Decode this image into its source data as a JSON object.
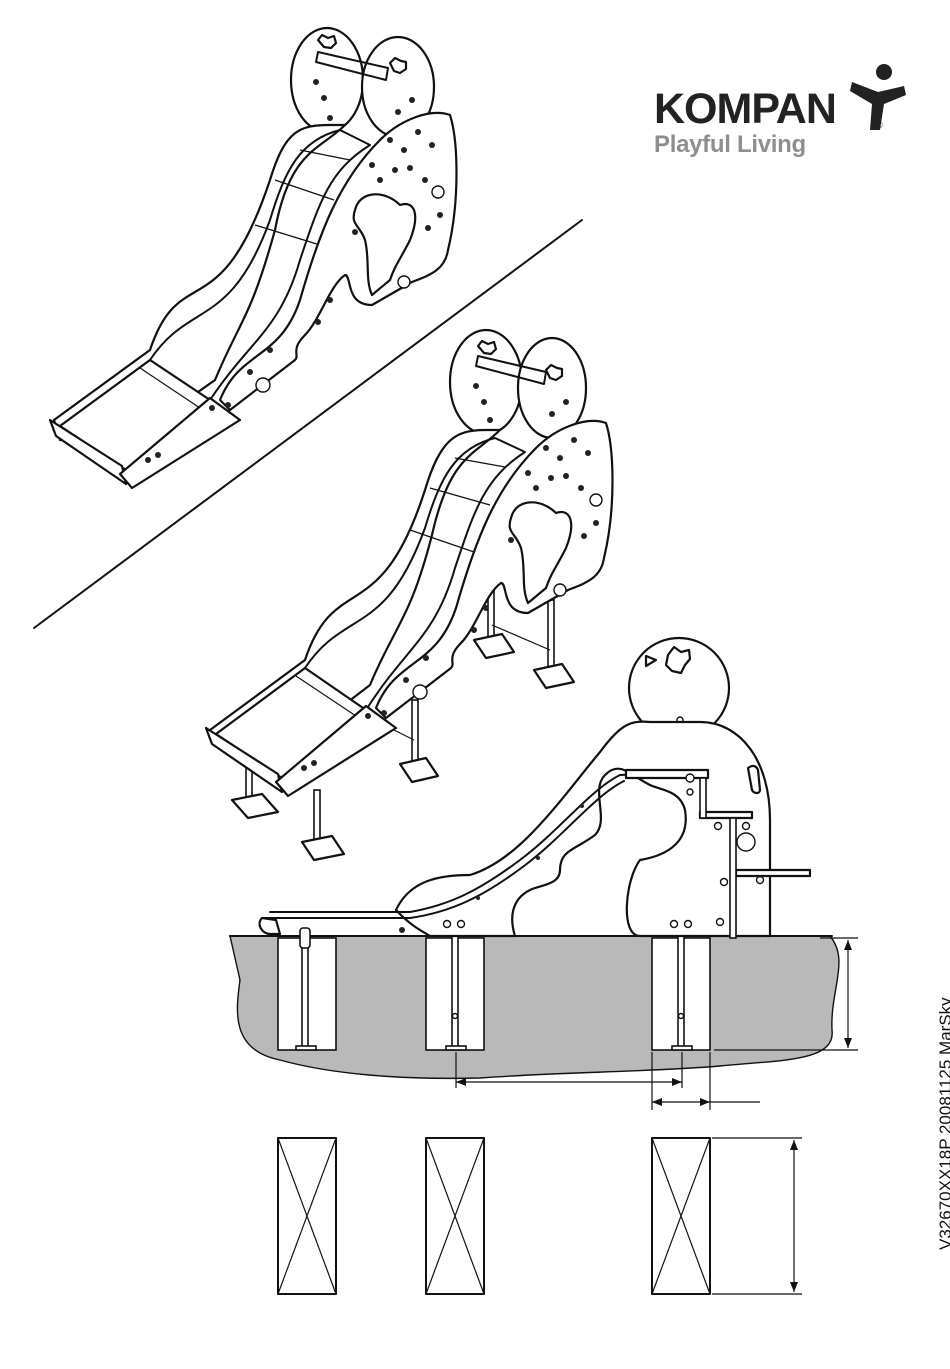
{
  "brand": {
    "name": "KOMPAN",
    "registered_mark": "®",
    "tagline": "Playful Living",
    "tagline_color": "#8e8e8e"
  },
  "document": {
    "code": "V32670XX18P 20081125 MarSky"
  },
  "colors": {
    "ink": "#111111",
    "ground_fill": "#b9b9b9",
    "background": "#ffffff"
  },
  "views": [
    {
      "name": "isometric-ground-mounted"
    },
    {
      "name": "isometric-leg-mounted"
    },
    {
      "name": "side-elevation-in-ground"
    },
    {
      "name": "footing-plan"
    }
  ]
}
